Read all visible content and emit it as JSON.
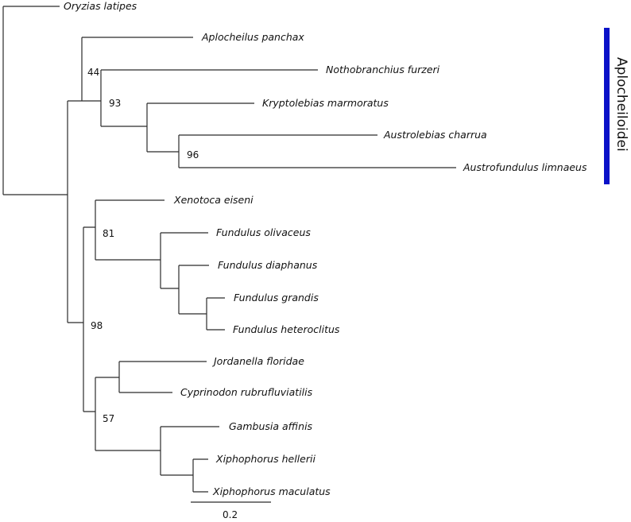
{
  "taxa": {
    "oryzias": "Oryzias latipes",
    "aplocheilus": "Aplocheilus panchax",
    "nothobranchius": "Nothobranchius furzeri",
    "kryptolebias": "Kryptolebias marmoratus",
    "austrolebias": "Austrolebias charrua",
    "austrofundulus": "Austrofundulus limnaeus",
    "xenotoca": "Xenotoca eiseni",
    "f_olivaceus": "Fundulus olivaceus",
    "f_diaphanus": "Fundulus diaphanus",
    "f_grandis": "Fundulus grandis",
    "f_heteroclitus": "Fundulus heteroclitus",
    "jordanella": "Jordanella floridae",
    "cyprinodon": "Cyprinodon rubrufluviatilis",
    "gambusia": "Gambusia affinis",
    "x_hellerii": "Xiphophorus hellerii",
    "x_maculatus": "Xiphophorus maculatus"
  },
  "support": {
    "s44": "44",
    "s93": "93",
    "s96": "96",
    "s81": "81",
    "s98": "98",
    "s57": "57"
  },
  "scale_bar": {
    "label": "0.2"
  },
  "clade": {
    "label": "Aplocheiloidei",
    "color": "#0a12c8"
  }
}
